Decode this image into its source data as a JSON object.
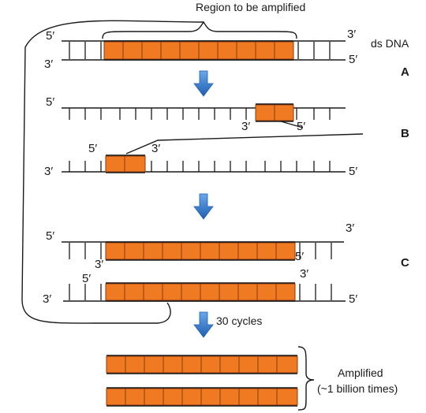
{
  "title": "Region to be amplified",
  "ds_dna_label": "ds DNA",
  "five_prime": "5′",
  "three_prime": "3′",
  "step_a": "A",
  "step_b": "B",
  "step_c": "C",
  "cycles_label": "30 cycles",
  "amplified_line1": "Amplified",
  "amplified_line2": "(~1 billion times)",
  "colors": {
    "segment": "#f07a22",
    "segment_edge": "#8a3a10",
    "arrow": "#2f7fd6",
    "line": "#1a1a1a"
  },
  "icons": [
    "down-arrow-icon",
    "down-arrow-icon",
    "down-arrow-icon"
  ]
}
